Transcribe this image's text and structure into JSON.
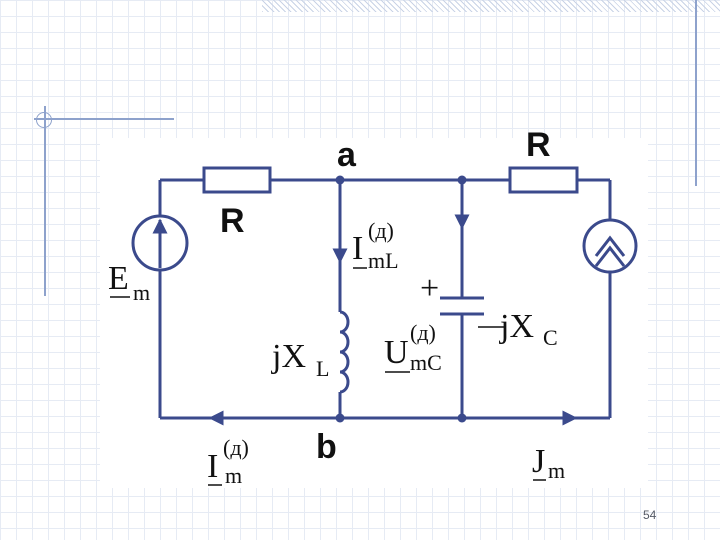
{
  "labels": {
    "node_a": "a",
    "node_b": "b",
    "resistor_top_left": "R",
    "resistor_top_right": "R",
    "emf_main": "E",
    "emf_sub": "m",
    "inductor_main": "jX",
    "inductor_sub": "L",
    "capacitor_main": "jX",
    "capacitor_sub": "C",
    "current_L_main": "I",
    "current_L_sup": "(д)",
    "current_L_sub": "mL",
    "voltage_C_main": "U",
    "voltage_C_sup": "(д)",
    "voltage_C_sub": "mC",
    "current_m_main": "I",
    "current_m_sup": "(д)",
    "current_m_sub": "m",
    "source_J_main": "J",
    "source_J_sub": "m",
    "capacitor_polarity": "+"
  },
  "page_number": "54",
  "colors": {
    "wire": "#3b4a8c",
    "text": "#111111",
    "grid": "#e6ebf4",
    "decor": "#8ea2cc"
  }
}
